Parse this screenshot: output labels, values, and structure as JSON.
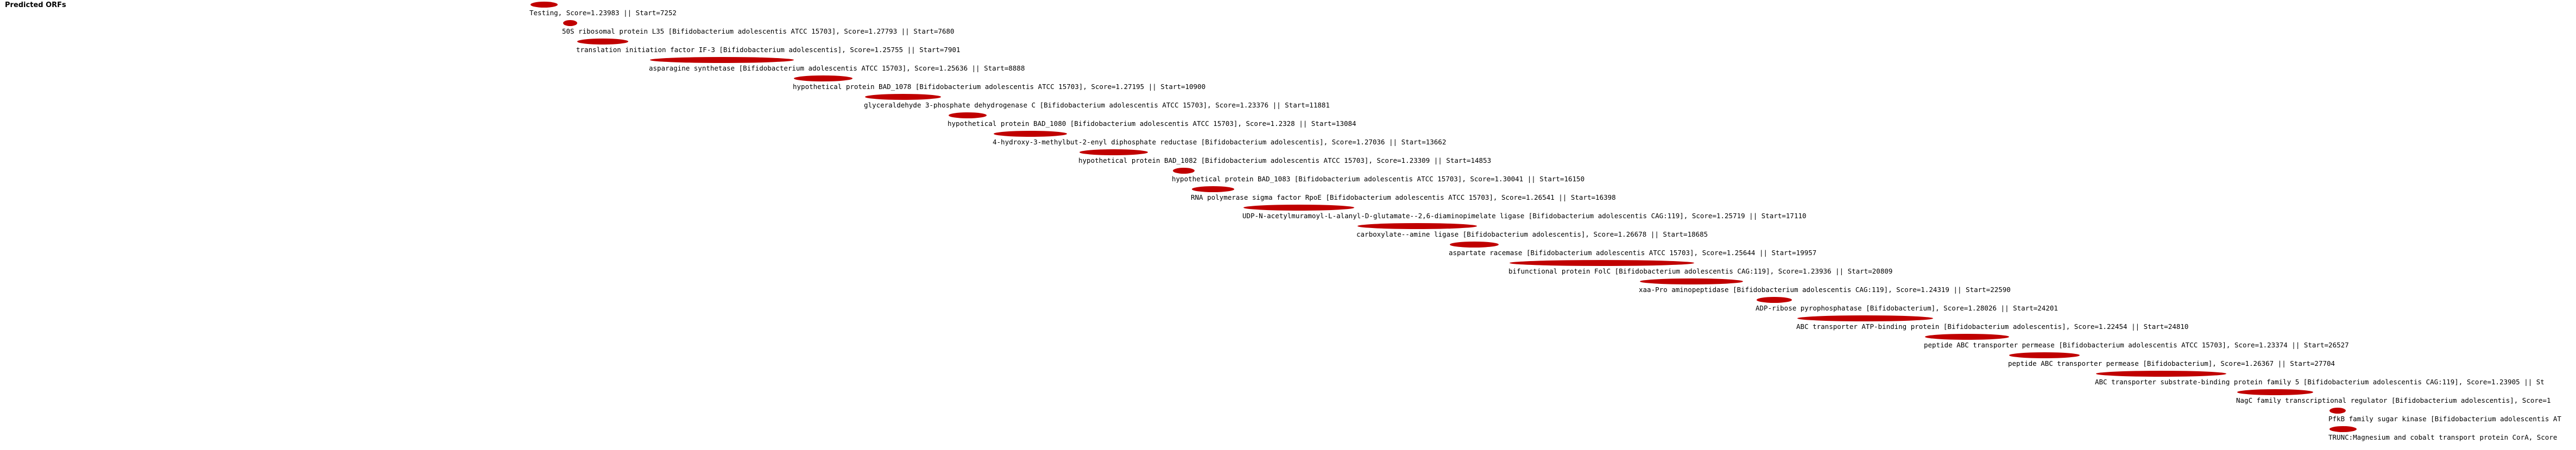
{
  "title": "Predicted ORFs",
  "bar_color": "#c00000",
  "orfs": [
    {
      "label": "Testing, Score=1.23983 || Start=7252"
    },
    {
      "label": "50S ribosomal protein L35 [Bifidobacterium adolescentis ATCC 15703], Score=1.27793 || Start=7680"
    },
    {
      "label": "translation initiation factor IF-3 [Bifidobacterium adolescentis], Score=1.25755 || Start=7901"
    },
    {
      "label": "asparagine synthetase [Bifidobacterium adolescentis ATCC 15703], Score=1.25636 || Start=8888"
    },
    {
      "label": "hypothetical protein BAD_1078 [Bifidobacterium adolescentis ATCC 15703], Score=1.27195 || Start=10900"
    },
    {
      "label": "glyceraldehyde 3-phosphate dehydrogenase C [Bifidobacterium adolescentis ATCC 15703], Score=1.23376 || Start=11881"
    },
    {
      "label": "hypothetical protein BAD_1080 [Bifidobacterium adolescentis ATCC 15703], Score=1.2328 || Start=13084"
    },
    {
      "label": "4-hydroxy-3-methylbut-2-enyl diphosphate reductase [Bifidobacterium adolescentis], Score=1.27036 || Start=13662"
    },
    {
      "label": "hypothetical protein BAD_1082 [Bifidobacterium adolescentis ATCC 15703], Score=1.23309 || Start=14853"
    },
    {
      "label": "hypothetical protein BAD_1083 [Bifidobacterium adolescentis ATCC 15703], Score=1.30041 || Start=16150"
    },
    {
      "label": "RNA polymerase sigma factor RpoE [Bifidobacterium adolescentis ATCC 15703], Score=1.26541 || Start=16398"
    },
    {
      "label": "UDP-N-acetylmuramoyl-L-alanyl-D-glutamate--2,6-diaminopimelate ligase [Bifidobacterium adolescentis CAG:119], Score=1.25719 || Start=17110"
    },
    {
      "label": "carboxylate--amine ligase [Bifidobacterium adolescentis], Score=1.26678 || Start=18685"
    },
    {
      "label": "aspartate racemase [Bifidobacterium adolescentis ATCC 15703], Score=1.25644 || Start=19957"
    },
    {
      "label": "bifunctional protein FolC [Bifidobacterium adolescentis CAG:119], Score=1.23936 || Start=20809"
    },
    {
      "label": "xaa-Pro aminopeptidase [Bifidobacterium adolescentis CAG:119], Score=1.24319 || Start=22590"
    },
    {
      "label": "ADP-ribose pyrophosphatase [Bifidobacterium], Score=1.28026 || Start=24201"
    },
    {
      "label": "ABC transporter ATP-binding protein [Bifidobacterium adolescentis], Score=1.22454 || Start=24810"
    },
    {
      "label": "peptide ABC transporter permease [Bifidobacterium adolescentis ATCC 15703], Score=1.23374 || Start=26527"
    },
    {
      "label": "peptide ABC transporter permease [Bifidobacterium], Score=1.26367 || Start=27704"
    },
    {
      "label": "ABC transporter substrate-binding protein family 5 [Bifidobacterium adolescentis CAG:119], Score=1.23905 || St"
    },
    {
      "label": "NagC family transcriptional regulator [Bifidobacterium adolescentis], Score=1"
    },
    {
      "label": "PfkB family sugar kinase [Bifidobacterium adolescentis AT"
    },
    {
      "label": "TRUNC:Magnesium and cobalt transport protein CorA, Score"
    }
  ]
}
